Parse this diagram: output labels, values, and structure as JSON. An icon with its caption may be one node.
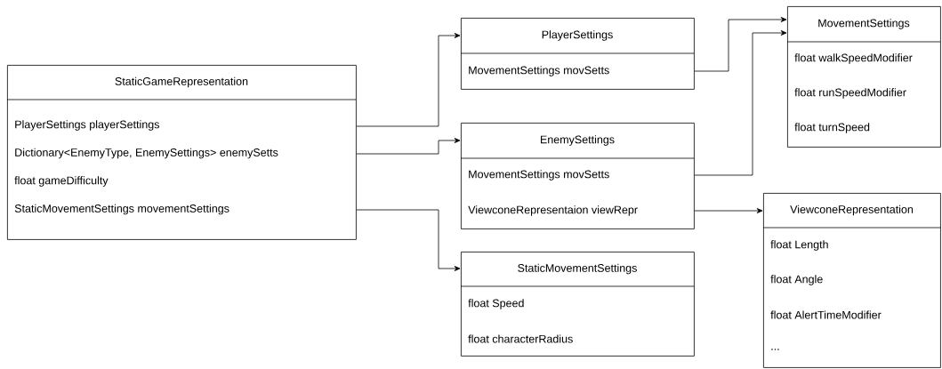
{
  "diagram": {
    "nodes": [
      {
        "text": [
          "StaticGameRepresentation",
          "PlayerSettings playerSettings",
          "Dictionary<EnemyType, EnemySettings> enemySetts",
          "float gameDifficulty",
          "StaticMovementSettings movementSettings"
        ]
      },
      {
        "text": [
          "PlayerSettings",
          "MovementSettings movSetts"
        ]
      },
      {
        "text": [
          "EnemySettings",
          "MovementSettings movSetts",
          "ViewconeRepresentaion viewRepr"
        ]
      },
      {
        "text": [
          "StaticMovementSettings",
          "float Speed",
          "float characterRadius"
        ]
      },
      {
        "text": [
          "MovementSettings",
          "float walkSpeedModifier",
          "float runSpeedModifier",
          "float turnSpeed"
        ]
      },
      {
        "text": [
          "ViewconeRepresentation",
          "float Length",
          "float Angle",
          "float AlertTimeModifier",
          "..."
        ]
      }
    ],
    "edges": [
      {
        "from": 0,
        "to": 1,
        "arrow": "to"
      },
      {
        "from": 0,
        "to": 2,
        "arrow": "to"
      },
      {
        "from": 0,
        "to": 3,
        "arrow": "to"
      },
      {
        "from": 1,
        "to": 4,
        "arrow": "to"
      },
      {
        "from": 2,
        "to": 4,
        "arrow": "to"
      },
      {
        "from": 2,
        "to": 5,
        "arrow": "to"
      }
    ]
  }
}
